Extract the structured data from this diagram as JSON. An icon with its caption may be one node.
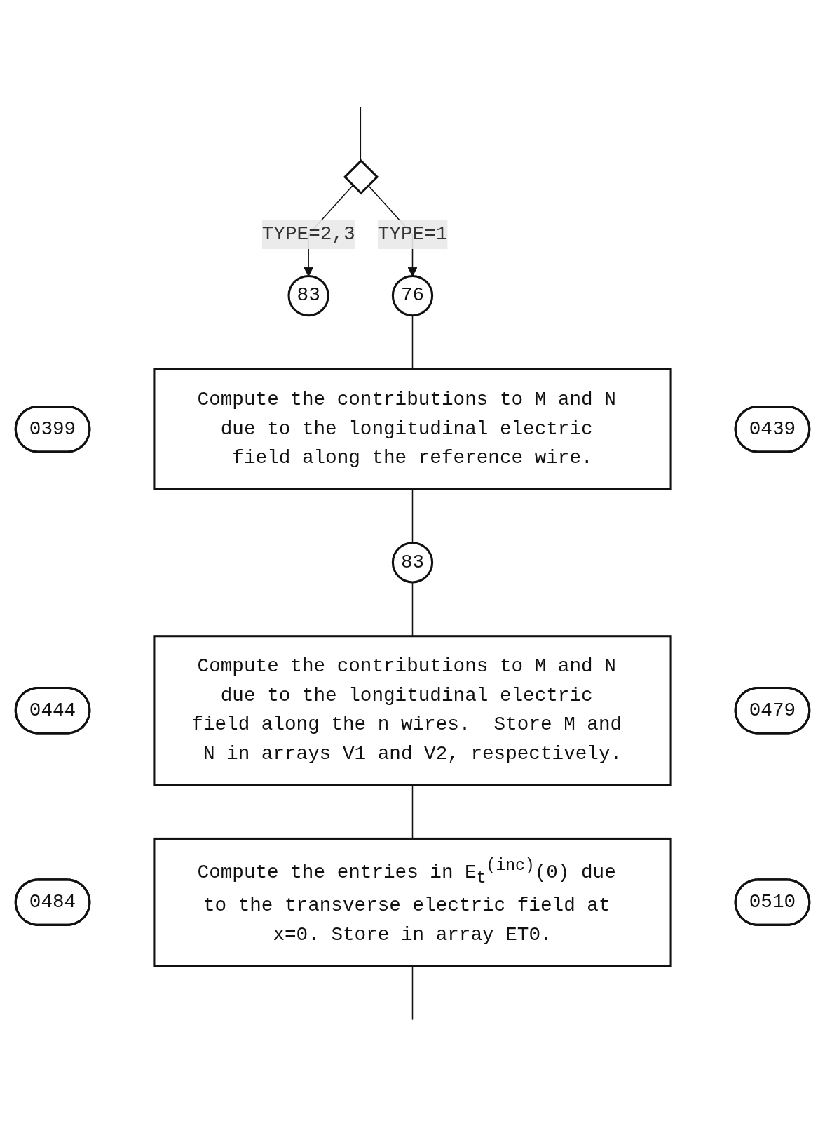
{
  "diagram": {
    "nodes": [
      {
        "text": [],
        "shape": "diamond"
      },
      {
        "text": [
          "83"
        ]
      },
      {
        "text": [
          "76"
        ]
      },
      {
        "text": [
          "0399"
        ]
      },
      {
        "text": [
          "Compute the contributions to M and N due to the longitudinal electric field along the reference wire."
        ]
      },
      {
        "text": [
          "0439"
        ]
      },
      {
        "text": [
          "83"
        ]
      },
      {
        "text": [
          "0444"
        ]
      },
      {
        "text": [
          "Compute the contributions to M and N due to the longitudinal electric field along the n wires.  Store M and N in arrays V1 and V2, respectively."
        ]
      },
      {
        "text": [
          "0479"
        ]
      },
      {
        "text": [
          "0484"
        ]
      },
      {
        "text": [
          "Compute the entries in E$_{t}$$^{(inc)}$(0) due to the transverse electric field at x=0. Store in array ET0."
        ]
      },
      {
        "text": [
          "0510"
        ]
      }
    ],
    "edges": [
      {
        "from": null,
        "to": 0,
        "arrow": "none"
      },
      {
        "from": 0,
        "to": 1,
        "arrow": "to",
        "label": "TYPE=2,3"
      },
      {
        "from": 0,
        "to": 2,
        "arrow": "to",
        "label": "TYPE=1"
      },
      {
        "from": 2,
        "to": 4,
        "arrow": "none"
      },
      {
        "from": 4,
        "to": 6,
        "arrow": "none"
      },
      {
        "from": 6,
        "to": 8,
        "arrow": "none"
      },
      {
        "from": 8,
        "to": 11,
        "arrow": "none"
      },
      {
        "from": 11,
        "to": null,
        "arrow": "none"
      }
    ]
  }
}
